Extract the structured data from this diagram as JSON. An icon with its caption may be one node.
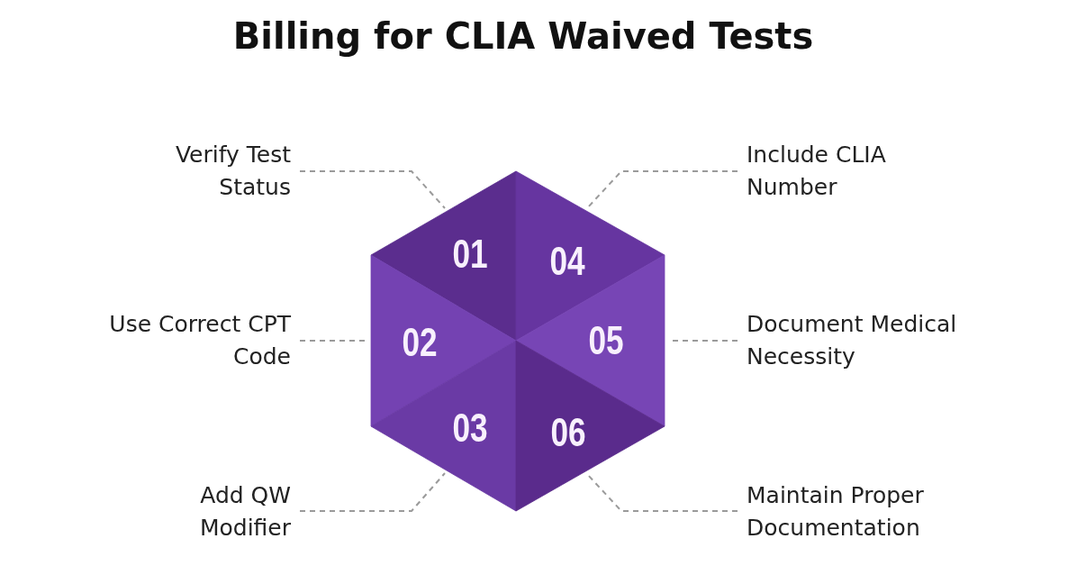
{
  "diagram": {
    "title": "Billing for CLIA Waived Tests",
    "nodes": [
      {
        "text": [
          "Verify Test Status"
        ]
      },
      {
        "text": [
          "01"
        ]
      },
      {
        "text": [
          "Include CLIA Number"
        ]
      },
      {
        "text": [
          "04"
        ]
      },
      {
        "text": [
          "Use Correct CPT Code"
        ]
      },
      {
        "text": [
          "02"
        ]
      },
      {
        "text": [
          "05"
        ]
      },
      {
        "text": [
          "Document Medical Necessity"
        ]
      },
      {
        "text": [
          "Add QW Modifier"
        ]
      },
      {
        "text": [
          "03"
        ]
      },
      {
        "text": [
          "06"
        ]
      },
      {
        "text": [
          "Maintain Proper Documentation"
        ]
      }
    ],
    "edges": [
      {
        "from": 0,
        "to": 1,
        "arrow": "none",
        "style": "dashed"
      },
      {
        "from": 2,
        "to": 3,
        "arrow": "none",
        "style": "dashed"
      },
      {
        "from": 4,
        "to": 5,
        "arrow": "none",
        "style": "dashed"
      },
      {
        "from": 7,
        "to": 6,
        "arrow": "none",
        "style": "dashed"
      },
      {
        "from": 8,
        "to": 9,
        "arrow": "none",
        "style": "dashed"
      },
      {
        "from": 11,
        "to": 10,
        "arrow": "none",
        "style": "dashed"
      }
    ]
  }
}
